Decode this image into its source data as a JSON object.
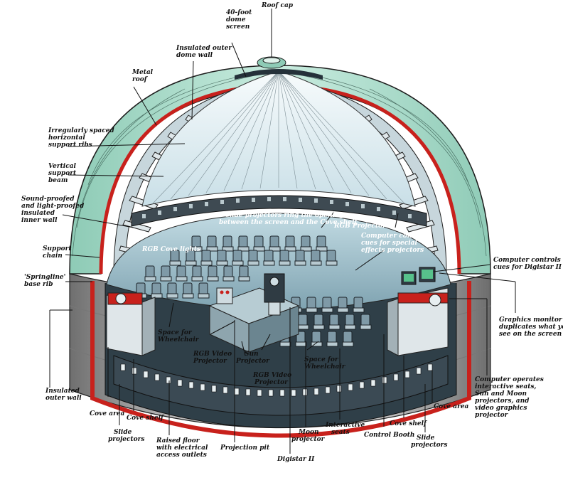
{
  "labels": {
    "roof_cap": "Roof cap",
    "dome_screen": [
      "40-foot",
      "dome",
      "screen"
    ],
    "insulated_outer_dome_wall": [
      "Insulated outer",
      "dome wall"
    ],
    "metal_roof": [
      "Metal",
      "roof"
    ],
    "horizontal_support_ribs": [
      "Irregularly spaced",
      "horizontal",
      "support ribs"
    ],
    "vertical_support_beam": [
      "Vertical",
      "support",
      "beam"
    ],
    "insulated_inner_wall": [
      "Sound-proofed",
      "and light-proofed",
      "insulated",
      "inner wall"
    ],
    "support_chain": [
      "Support",
      "chain"
    ],
    "springline_base_rib": [
      "'Springline'",
      "base rib"
    ],
    "insulated_outer_wall": [
      "Insulated",
      "outer wall"
    ],
    "slide_projectors_ring": [
      "77 slide projectors ring the opening",
      "between the screen and the Cove shelf"
    ],
    "rgb_projector": "RGB Projector",
    "rgb_cove_lights": "RGB Cove lights",
    "computer_controls_special": [
      "Computer controls",
      "cues for special",
      "effects projectors"
    ],
    "computer_controls_digistar": [
      "Computer controls",
      "cues for Digistar II"
    ],
    "graphics_monitor": [
      "Graphics monitor",
      "duplicates what you",
      "see on the screen"
    ],
    "computer_operates": [
      "Computer operates",
      "interactive seats,",
      "Sun and Moon",
      "projectors, and",
      "video graphics",
      "projector"
    ],
    "space_wheelchair_left": [
      "Space for",
      "Wheelchair"
    ],
    "space_wheelchair_right": [
      "Space for",
      "Wheelchair"
    ],
    "rgb_video_projector_1": [
      "RGB Video",
      "Projector"
    ],
    "sun_projector": [
      "Sun",
      "Projector"
    ],
    "rgb_video_projector_2": [
      "RGB Video",
      "Projector"
    ],
    "cove_area_left": "Cove area",
    "cove_shelf_left": "Cove shelf",
    "slide_projectors_left": [
      "Slide",
      "projectors"
    ],
    "raised_floor": [
      "Raised floor",
      "with electrical",
      "access outlets"
    ],
    "projection_pit": "Projection pit",
    "digistar": "Digistar II",
    "moon_projector": [
      "Moon",
      "projector"
    ],
    "interactive_seats": [
      "Interactive",
      "seats"
    ],
    "control_booth": "Control Booth",
    "cove_shelf_right": "Cove shelf",
    "cove_area_right": "Cove area",
    "slide_projectors_right": [
      "Slide",
      "projectors"
    ]
  },
  "colors": {
    "roof": "#aee0cf",
    "roof_stroke": "#1d1d1d",
    "red_wall": "#c8211c",
    "screen": "#e7f3f7",
    "outer_wall": "#9d9d9d",
    "floor": "#a9c9d4",
    "seat": "#7f9aa7"
  }
}
